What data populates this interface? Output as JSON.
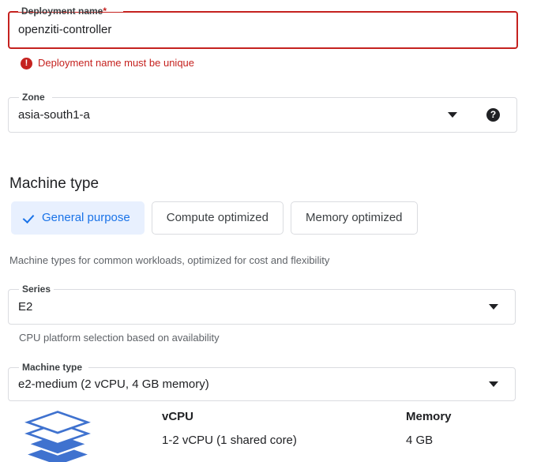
{
  "colors": {
    "accent": "#1a73e8",
    "accent_bg": "#e8f0fe",
    "error": "#c5221f",
    "border": "#dadce0",
    "text": "#202124",
    "muted": "#5f6368"
  },
  "deployment_name_field": {
    "label": "Deployment name",
    "required_marker": "*",
    "value": "openziti-controller",
    "placeholder": "Deployment name",
    "error_icon": "error-exclamation-icon",
    "error_message": "Deployment name must be unique"
  },
  "zone_field": {
    "label": "Zone",
    "value": "asia-south1-a",
    "dropdown_icon": "chevron-down-icon",
    "help_icon": "help-question-icon",
    "help_glyph": "?"
  },
  "machine_type_section": {
    "title": "Machine type",
    "toggles": [
      {
        "label": "General purpose",
        "selected": true,
        "icon": "check-icon"
      },
      {
        "label": "Compute optimized",
        "selected": false
      },
      {
        "label": "Memory optimized",
        "selected": false
      }
    ],
    "toggle_helper": "Machine types for common workloads, optimized for cost and flexibility",
    "series_field": {
      "label": "Series",
      "value": "E2",
      "dropdown_icon": "chevron-down-icon"
    },
    "series_helper": "CPU platform selection based on availability",
    "machine_type_field": {
      "label": "Machine type",
      "value": "e2-medium (2 vCPU, 4 GB memory)",
      "dropdown_icon": "chevron-down-icon"
    },
    "summary": {
      "icon": "stacked-layers-icon",
      "vcpu_header": "vCPU",
      "vcpu_value": "1-2 vCPU (1 shared core)",
      "memory_header": "Memory",
      "memory_value": "4 GB"
    }
  }
}
